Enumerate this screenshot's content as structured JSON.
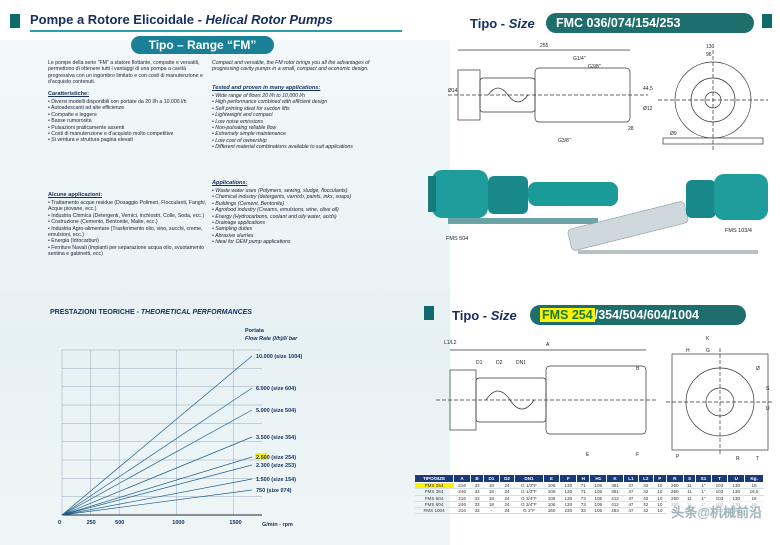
{
  "header": {
    "title_it": "Pompe a Rotore Elicoidale - ",
    "title_en": "Helical Rotor Pumps",
    "range": "Tipo – Range “FM”"
  },
  "intro": {
    "it": "Le pompe della serie \"FM\" a statore flottante, compatte e versatili, permettono di ottenere tutti i vantaggi di una pompa a cavità progressiva con un ingombro limitato e con costi di manutenzione e d'acquisto contenuti.",
    "en": "Compact and versatile, the FM rotor brings you all the advantages of progressing cavity pumps in a small, compact and economic design."
  },
  "caratteristiche": {
    "heading": "Caratteristiche:",
    "items": [
      "Diversi modelli disponibili con portate da 20 l/h a 10.000 l/h",
      "Autoadescanti ad alte efficienze",
      "Compatte e leggere",
      "Basse rumorosità",
      "Pulsazioni praticamente assenti",
      "Costi di manutenzione e d'acquisto molto competitive",
      "Si ventura e struttura pagina elevati"
    ]
  },
  "tested": {
    "heading": "Tested and proven in many applications:",
    "items": [
      "Wide range of flows 20 l/h to 10,000 l/h",
      "High performance combined with efficient design",
      "Self priming ideal for suction lifts",
      "Lightweight and compact",
      "Low noise emissions",
      "Non-pulsating reliable flow",
      "Extremely simple maintenance",
      "Low cost of ownership",
      "Different material combinations available to suit applications"
    ]
  },
  "alcune": {
    "heading": "Alcune applicazioni:",
    "items": [
      "Trattamento acque residue (Dosaggio Polimeri, Flocculanti, Fanghi, Acque piovane, ecc.)",
      "Industria Chimica (Detergenti, Vernici, inchiostri, Colle, Soda, ecc.)",
      "Costruzione (Cemento, Bentonite, Malte, ecc.)",
      "Industria Agro-alimentare (Trasferimento olio, vino, succhi, creme, emulsioni, ecc.)",
      "Energia (Idrocarburi)",
      "Ferriture Navali (impianti per separazione acqua olio, svuotamento sentina e gabinetti, ecc)"
    ]
  },
  "applications": {
    "heading": "Applications:",
    "items": [
      "Waste water uses (Polymers, sewing, sludge, flocculants)",
      "Chemical industry (detergents, varnish, paints, inks, soaps)",
      "Buildings (Cement, Bentonite)",
      "Agrofood industry (Creams, emulsions, wine, olive oil)",
      "Energy (Hydrocarbons, coolant and oily water, acids)",
      "Drainage applications",
      "Sampling duties",
      "Abrasive slurries",
      "Ideal for OEM pump applications"
    ]
  },
  "performance": {
    "title": "PRESTAZIONI TEORICHE - ",
    "title_en": "THEORETICAL PERFORMANCES",
    "flow_label_it": "Portata",
    "flow_label_en": "Flow Rate (l/h)/l/ bar",
    "x_unit": "G/min - rpm"
  },
  "chart_data": {
    "type": "line",
    "x_ticks": [
      "0",
      "250",
      "500",
      "1000",
      "1500"
    ],
    "x": [
      0,
      250,
      500,
      1000,
      1500
    ],
    "xlim": [
      0,
      1750
    ],
    "series": [
      {
        "name": "10.000 (size 1004)",
        "end": 10000
      },
      {
        "name": "6.000 (size 604)",
        "end": 6000
      },
      {
        "name": "5.000 (size 504)",
        "end": 5000
      },
      {
        "name": "3.500 (size 354)",
        "end": 3500
      },
      {
        "name": "2.500 (size 254)",
        "end": 2500
      },
      {
        "name": "2.300 (size 253)",
        "end": 2300
      },
      {
        "name": "1.500 (size 154)",
        "end": 1500
      },
      {
        "name": "750 (size 074)",
        "end": 750
      }
    ],
    "highlight": "2.500 (size 254)"
  },
  "top_right": {
    "tipo": "Tipo - ",
    "size": "Size",
    "models": "FMC 036/074/154/253",
    "photo_left": "FMS 504",
    "photo_right": "FMS 103/4"
  },
  "bottom_right": {
    "tipo": "Tipo - ",
    "size": "Size",
    "models_hl": "FMS 254",
    "models_rest": "/354/504/604/1004"
  },
  "drawing_labels": {
    "top": [
      "255",
      "G1/4\"",
      "G3/8\"",
      "G3/8\"",
      "130",
      "96",
      "Ø14",
      "Ø12",
      "28",
      "44,5",
      "Ø9"
    ],
    "bottom": [
      "L1/L2",
      "D1",
      "D2",
      "DN1",
      "A",
      "K",
      "B",
      "Ø",
      "E",
      "F",
      "P",
      "H",
      "G",
      "S",
      "U",
      "R",
      "T"
    ]
  },
  "spec_table": {
    "headers": [
      "TIPO/SIZE",
      "A",
      "B",
      "D1",
      "D2",
      "DN1",
      "E",
      "F",
      "H",
      "H1",
      "K",
      "L1",
      "L2",
      "P",
      "R",
      "S",
      "S1",
      "T",
      "U",
      "Kg."
    ],
    "rows": [
      [
        "FMS 254",
        "216",
        "33",
        "18",
        "24",
        "G 1/2\"F",
        "106",
        "130",
        "71",
        "105",
        "361",
        "47",
        "32",
        "10",
        "250",
        "11",
        "1\"",
        "103",
        "130",
        "15"
      ],
      [
        "FMS 354",
        "246",
        "33",
        "18",
        "24",
        "G 1/2\"F",
        "106",
        "130",
        "71",
        "105",
        "361",
        "47",
        "32",
        "10",
        "250",
        "11",
        "1\"",
        "103",
        "130",
        "16,5"
      ],
      [
        "FMS 504",
        "216",
        "33",
        "18",
        "24",
        "G 3/4\"F",
        "106",
        "130",
        "73",
        "105",
        "412",
        "47",
        "42",
        "10",
        "250",
        "11",
        "1\"",
        "103",
        "130",
        "18"
      ],
      [
        "FMS 604",
        "246",
        "33",
        "18",
        "24",
        "G 3/4\"F",
        "106",
        "130",
        "73",
        "105",
        "412",
        "47",
        "42",
        "10",
        "250",
        "11",
        "1\"",
        "103",
        "130",
        "19"
      ],
      [
        "FMS 1004",
        "216",
        "33",
        "-",
        "24",
        "G 1\"F",
        "160",
        "230",
        "33",
        "105",
        "453",
        "47",
        "42",
        "10",
        "250",
        "11",
        "1\"",
        "103",
        "130",
        "25"
      ]
    ]
  },
  "watermark": "头条@机械前沿",
  "colors": {
    "teal": "#1f6e6e",
    "navy": "#173060",
    "accent": "#2a9db1",
    "highlight": "#fff200"
  }
}
